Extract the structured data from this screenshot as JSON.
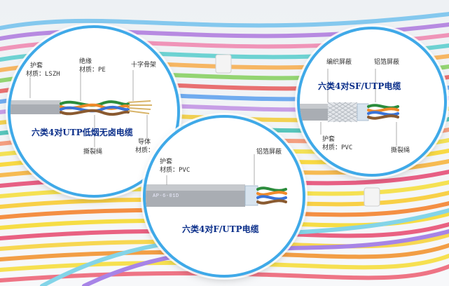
{
  "colors": {
    "ring": "#3fa9e8",
    "title_text": "#0b2f8a",
    "sheath_gray": "#a9adb3"
  },
  "lens_left": {
    "title": "六类4对UTP低烟无卤电缆",
    "labels": {
      "jacket": "护套",
      "jacket_material": "材质：LSZH",
      "insulation": "绝缘",
      "insulation_material": "材质：PE",
      "cross_filler": "十字骨架",
      "ripcord": "撕裂绳",
      "conductor": "导体",
      "conductor_material": "材质："
    }
  },
  "lens_middle": {
    "title": "六类4对F/UTP电缆",
    "print_mark": "AP-6-01D",
    "labels": {
      "jacket": "护套",
      "jacket_material": "材质：PVC",
      "foil_shield": "铝箔屏蔽"
    }
  },
  "lens_right": {
    "title": "六类4对SF/UTP电缆",
    "labels": {
      "braid_shield": "编织屏蔽",
      "foil_shield": "铝箔屏蔽",
      "jacket": "护套",
      "jacket_material": "材质：PVC",
      "ripcord": "撕裂绳"
    }
  }
}
